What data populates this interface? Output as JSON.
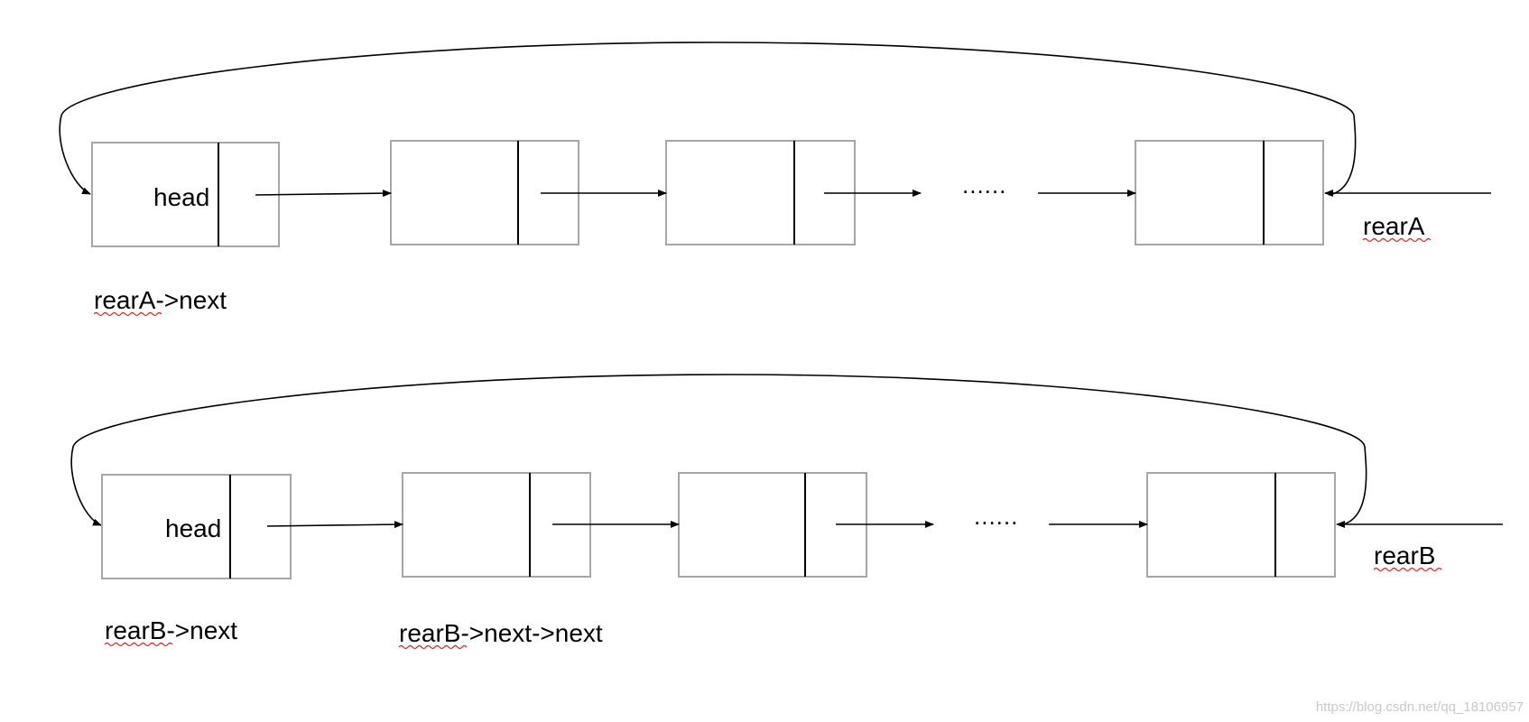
{
  "diagram": {
    "ellipsis": "......",
    "list_a": {
      "head_label": "head",
      "rear_label": "rearA",
      "rear_next_label": "rearA->next"
    },
    "list_b": {
      "head_label": "head",
      "rear_label": "rearB",
      "rear_next_label": "rearB->next",
      "rear_next_next_label": "rearB->next->next"
    },
    "watermark": "https://blog.csdn.net/qq_18106957"
  }
}
